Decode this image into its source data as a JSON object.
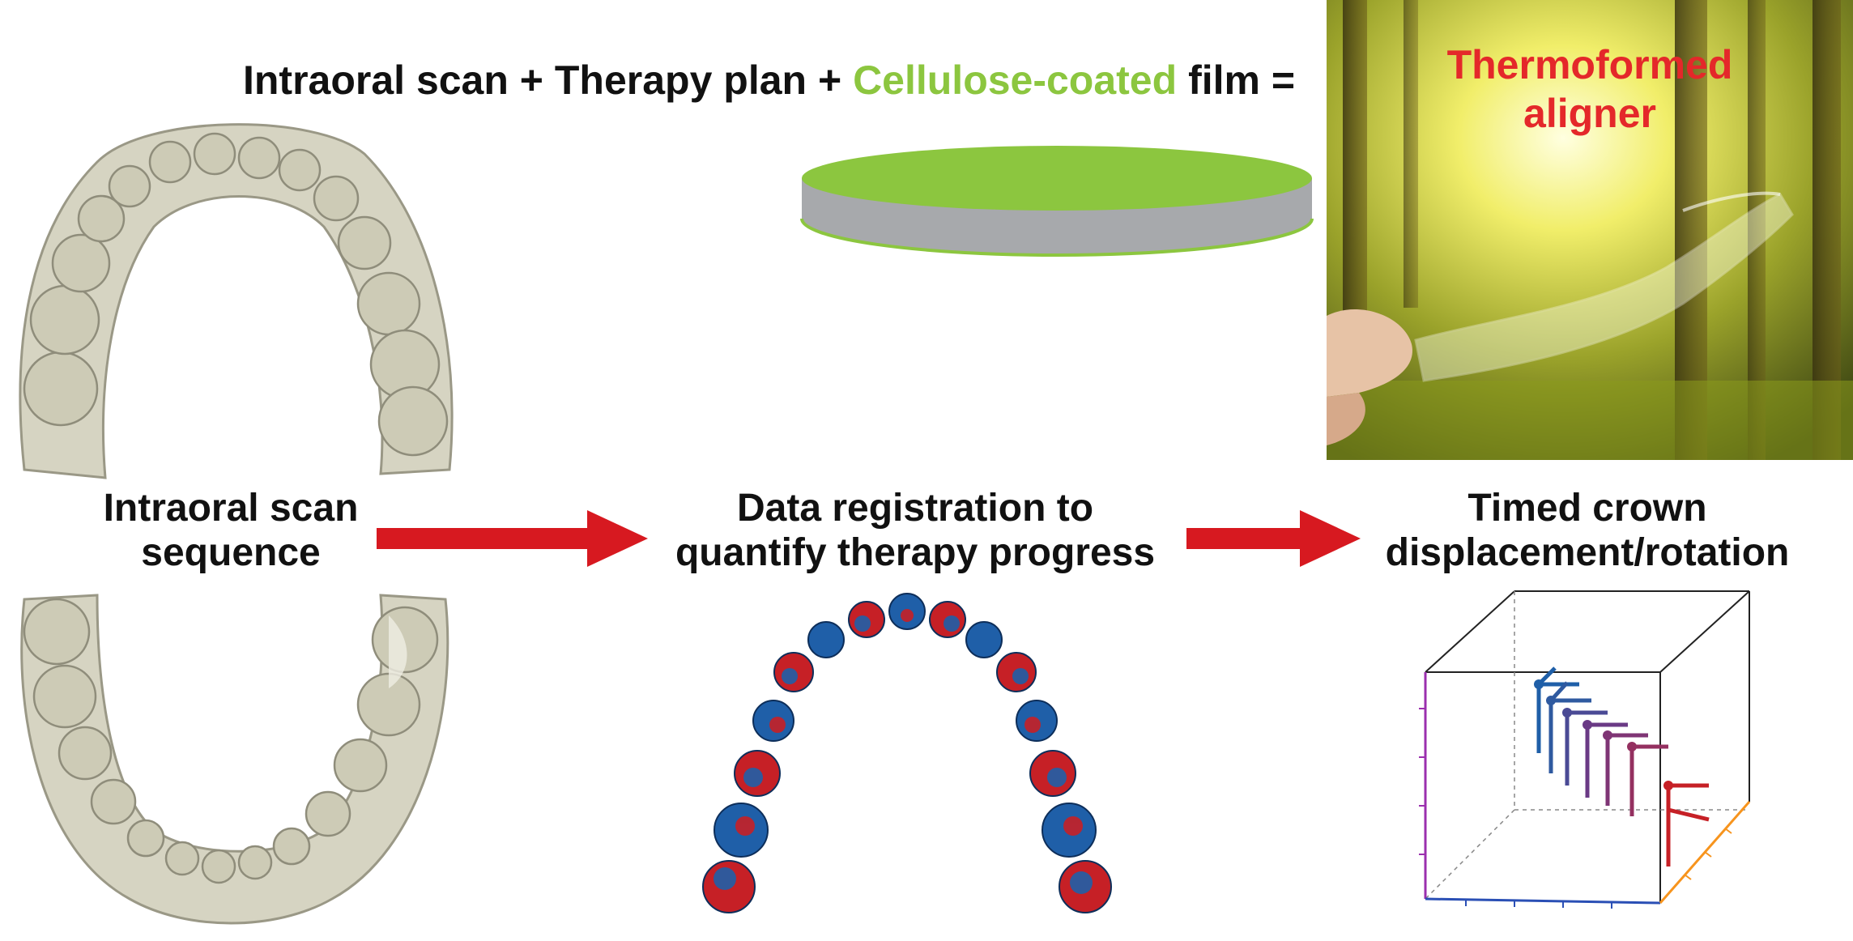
{
  "header": {
    "part1": "Intraoral scan + Therapy plan + ",
    "part2": "Cellulose-coated",
    "part3": " film ="
  },
  "photo": {
    "title_line1": "Thermoformed",
    "title_line2": "aligner"
  },
  "steps": [
    {
      "line1": "Intraoral scan",
      "line2": "sequence"
    },
    {
      "line1": "Data registration to",
      "line2": "quantify therapy progress"
    },
    {
      "line1": "Timed crown",
      "line2": "displacement/rotation"
    }
  ],
  "colors": {
    "film_top": "#8cc63f",
    "film_side": "#a7a9ac",
    "arrow": "#d71920",
    "highlight_text": "#8cc63f",
    "aligner_title": "#e4282a",
    "registration_red": "#c62026",
    "registration_blue": "#1f5fa8"
  },
  "icons": {
    "upper_arch": "upper-dental-arch-scan",
    "lower_arch": "lower-dental-arch-scan",
    "film": "film-disc-icon",
    "arrow": "right-arrow-icon",
    "registration": "registered-arch-overlay",
    "plot": "3d-trajectory-plot"
  }
}
